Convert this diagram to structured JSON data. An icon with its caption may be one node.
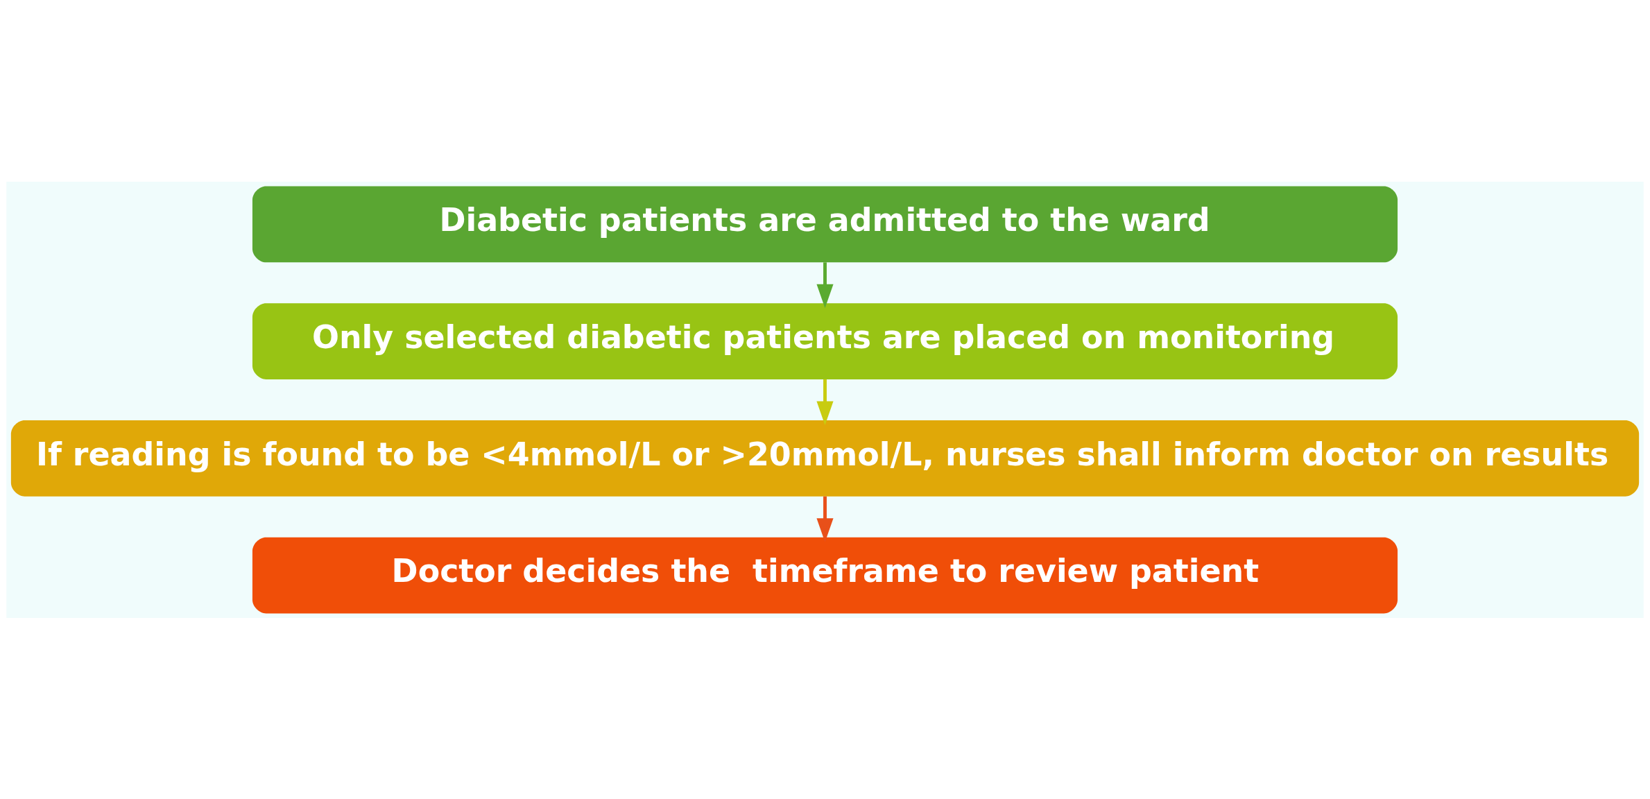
{
  "diagram": {
    "nodes": [
      {
        "text": [
          "Diabetic patients are admitted to the ward"
        ]
      },
      {
        "text": [
          "Only selected diabetic patients are placed on monitoring"
        ]
      },
      {
        "text": [
          "If reading is found to be <4mmol/L or >20mmol/L, nurses shall inform doctor on results"
        ]
      },
      {
        "text": [
          "Doctor decides the  timeframe to review patient"
        ]
      }
    ],
    "edges": [
      {
        "from": 0,
        "to": 1,
        "arrow": "to",
        "color": "#5aaa30"
      },
      {
        "from": 1,
        "to": 2,
        "arrow": "to",
        "color": "#c8cc10"
      },
      {
        "from": 2,
        "to": 3,
        "arrow": "to",
        "color": "#e8501a"
      }
    ]
  }
}
